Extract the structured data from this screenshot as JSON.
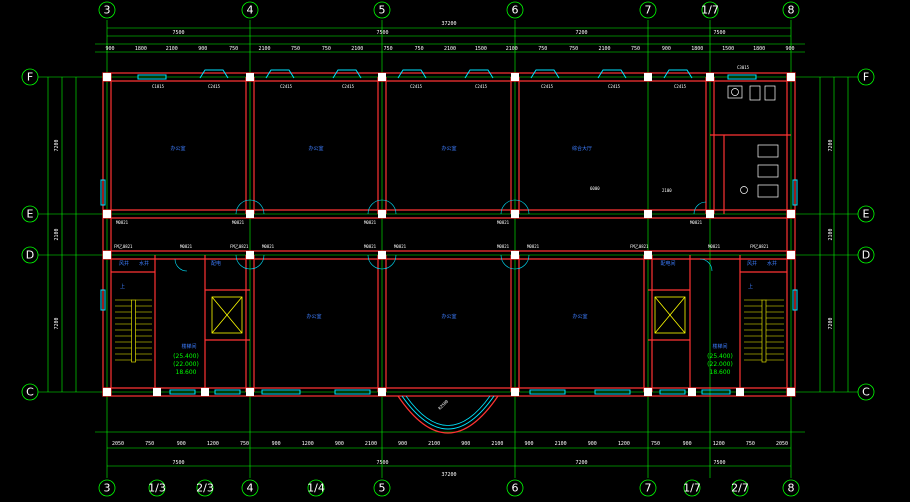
{
  "axes_top": [
    "3",
    "4",
    "5",
    "6",
    "7",
    "1/7",
    "8"
  ],
  "axes_bottom": [
    "3",
    "1/3",
    "2/3",
    "4",
    "1/4",
    "5",
    "6",
    "7",
    "1/7",
    "2/7",
    "8"
  ],
  "axes_side": [
    "F",
    "E",
    "D",
    "C"
  ],
  "overall_dim_top": "37200",
  "overall_dim_bottom": "37200",
  "top_bay_dims": [
    "7500",
    "7500",
    "7200",
    "7500"
  ],
  "top_detail_dims": [
    "900",
    "1800",
    "2100",
    "900",
    "750",
    "2100",
    "750",
    "750",
    "2100",
    "750",
    "750",
    "2100",
    "1500",
    "2100",
    "750",
    "750",
    "2100",
    "750",
    "900",
    "1800",
    "1500",
    "1800",
    "900"
  ],
  "bottom_bay_dims": [
    "7500",
    "7500",
    "7200",
    "7500"
  ],
  "bottom_detail_dims": [
    "2050",
    "750",
    "900",
    "1200",
    "750",
    "900",
    "1200",
    "900",
    "2100",
    "900",
    "2100",
    "900",
    "2100",
    "900",
    "2100",
    "900",
    "1200",
    "750",
    "900",
    "1200",
    "750",
    "2050"
  ],
  "left_dims": [
    "7200",
    "2100",
    "7200"
  ],
  "right_dims": [
    "7200",
    "2100",
    "7200"
  ],
  "rooms": {
    "office_1": "办公室",
    "office_2": "办公室",
    "office_3": "办公室",
    "hall": "综合大厅",
    "office_4": "办公室",
    "office_5": "办公室",
    "office_6": "办公室",
    "shaft_l1": "风井",
    "shaft_l2": "水井",
    "elec_l": "配电",
    "elec_r": "配电间",
    "shaft_r1": "风井",
    "shaft_r2": "水井"
  },
  "stair_left": {
    "name": "楼梯间",
    "elev": [
      "(25.400)",
      "(22.000)",
      "18.600"
    ]
  },
  "stair_right": {
    "name": "楼梯间",
    "elev": [
      "(25.400)",
      "(22.000)",
      "18.600"
    ]
  },
  "labels": {
    "window": "C2415",
    "window_tr": "C3015",
    "door": "M0821",
    "door_fm": "FM乙0821",
    "bay_window": "C1815",
    "curve_radius": "R2500",
    "hall_dim": "6000",
    "hall_dim2": "2100",
    "up_l": "上",
    "up_r": "上"
  },
  "colors": {
    "grid": "#00ff00",
    "wall": "#ff3333",
    "column": "#ffffff",
    "window": "#00e5ff",
    "room_text": "#3d7dff",
    "stair": "#ffff00"
  }
}
